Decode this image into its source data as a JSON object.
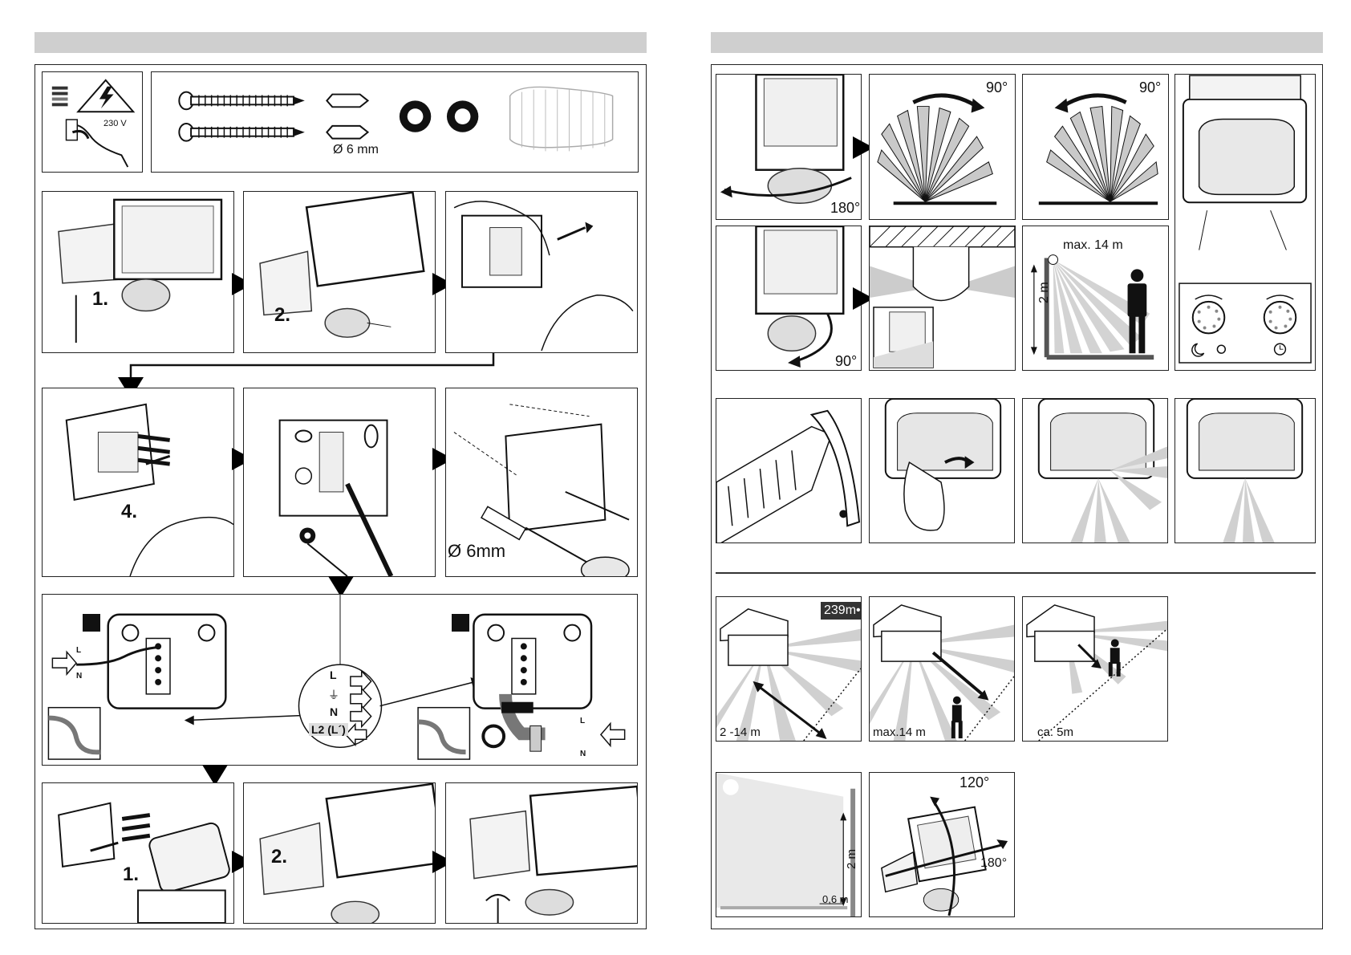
{
  "left_page": {
    "safety": {
      "voltage": "230 V"
    },
    "parts": {
      "drill_size": "Ø 6 mm"
    },
    "steps": {
      "step1": "1.",
      "step2": "2.",
      "step4": "4.",
      "drill_label": "Ø 6mm",
      "reassemble_1": "1.",
      "reassemble_2": "2."
    },
    "wiring": {
      "terminal_L": "L",
      "terminal_N": "N",
      "terminal_L2": "L2 (L´)",
      "earth_symbol": "⏚",
      "left_in_L": "L",
      "left_in_N": "N",
      "right_in_L": "L",
      "right_in_N": "N"
    }
  },
  "right_page": {
    "rotation": {
      "rot_180": "180°",
      "rot_90_right": "90°",
      "rot_90_left": "90°",
      "rot_90_down": "90°"
    },
    "mounting": {
      "max_range": "max. 14 m",
      "height": "2 m"
    },
    "detection": {
      "range_2_14": "2 -14 m",
      "range_max14": "max.14 m",
      "range_5m": "ca. 5m",
      "badge": "239m•"
    },
    "bottom": {
      "angle_120": "120°",
      "angle_180": "180°",
      "height_2m": "2 m",
      "offset": "0,6 m"
    }
  }
}
